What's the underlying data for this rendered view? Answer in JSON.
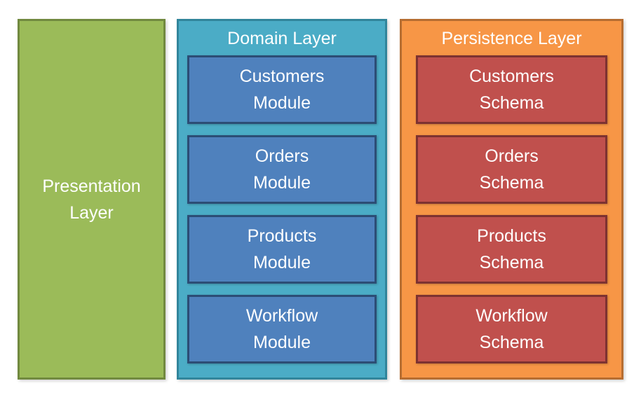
{
  "page": {
    "background": "#FFFFFF",
    "text_color": "#FFFFFF"
  },
  "diagram": {
    "layers": [
      {
        "name": "presentation-layer",
        "title": "Presentation Layer",
        "fill": "#9BBB59",
        "border_color": "#71893F",
        "items": []
      },
      {
        "name": "domain-layer",
        "title": "Domain Layer",
        "fill": "#4BACC6",
        "border_color": "#31859B",
        "item_fill": "#4F81BD",
        "item_border_color": "#2C4D75",
        "items": [
          {
            "label": "Customers\nModule"
          },
          {
            "label": "Orders\nModule"
          },
          {
            "label": "Products\nModule"
          },
          {
            "label": "Workflow\nModule"
          }
        ]
      },
      {
        "name": "persistence-layer",
        "title": "Persistence Layer",
        "fill": "#F79646",
        "border_color": "#B66D31",
        "item_fill": "#C0504D",
        "item_border_color": "#7D3231",
        "items": [
          {
            "label": "Customers\nSchema"
          },
          {
            "label": "Orders\nSchema"
          },
          {
            "label": "Products\nSchema"
          },
          {
            "label": "Workflow\nSchema"
          }
        ]
      }
    ]
  }
}
